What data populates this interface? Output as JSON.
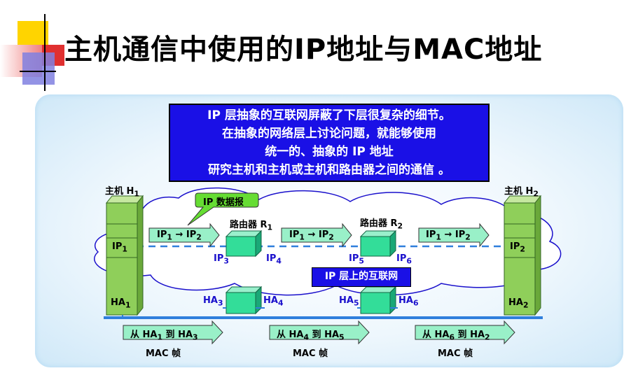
{
  "title": "主机通信中使用的IP地址与MAC地址",
  "info_box": {
    "lines": [
      "IP 层抽象的互联网屏蔽了下层很复杂的细节。",
      "在抽象的网络层上讨论问题，就能够使用",
      "统一的、抽象的 IP 地址",
      "研究主机和主机或主机和路由器之间的通信 。"
    ]
  },
  "callout": "IP 数据报",
  "cloud_badge": "IP 层上的互联网",
  "hosts": [
    {
      "label": "主机 H",
      "sub": "1",
      "ip": "IP",
      "ip_sub": "1",
      "ha": "HA",
      "ha_sub": "1"
    },
    {
      "label": "主机 H",
      "sub": "2",
      "ip": "IP",
      "ip_sub": "2",
      "ha": "HA",
      "ha_sub": "2"
    }
  ],
  "routers": [
    {
      "label": "路由器 R",
      "sub": "1",
      "ip_left": "IP",
      "ip_left_sub": "3",
      "ip_right": "IP",
      "ip_right_sub": "4",
      "ha_left": "HA",
      "ha_left_sub": "3",
      "ha_right": "HA",
      "ha_right_sub": "4"
    },
    {
      "label": "路由器 R",
      "sub": "2",
      "ip_left": "IP",
      "ip_left_sub": "5",
      "ip_right": "IP",
      "ip_right_sub": "6",
      "ha_left": "HA",
      "ha_left_sub": "5",
      "ha_right": "HA",
      "ha_right_sub": "6"
    }
  ],
  "ip_arrows": [
    {
      "from": "IP",
      "from_sub": "1",
      "arrow": "→",
      "to": "IP",
      "to_sub": "2"
    },
    {
      "from": "IP",
      "from_sub": "1",
      "arrow": "→",
      "to": "IP",
      "to_sub": "2"
    },
    {
      "from": "IP",
      "from_sub": "1",
      "arrow": "→",
      "to": "IP",
      "to_sub": "2"
    }
  ],
  "mac_arrows": [
    {
      "prefix": "从 HA",
      "from_sub": "1",
      "mid": " 到 HA",
      "to_sub": "3",
      "caption": "MAC 帧"
    },
    {
      "prefix": "从 HA",
      "from_sub": "4",
      "mid": " 到 HA",
      "to_sub": "5",
      "caption": "MAC 帧"
    },
    {
      "prefix": "从 HA",
      "from_sub": "6",
      "mid": " 到 HA",
      "to_sub": "2",
      "caption": "MAC 帧"
    }
  ],
  "colors": {
    "accent_blue": "#1a10e6",
    "arrow_fill": "#99f0c8",
    "host_green": "#8fcf5a",
    "router_green": "#33dd99",
    "network_line": "#2f7fdc"
  }
}
